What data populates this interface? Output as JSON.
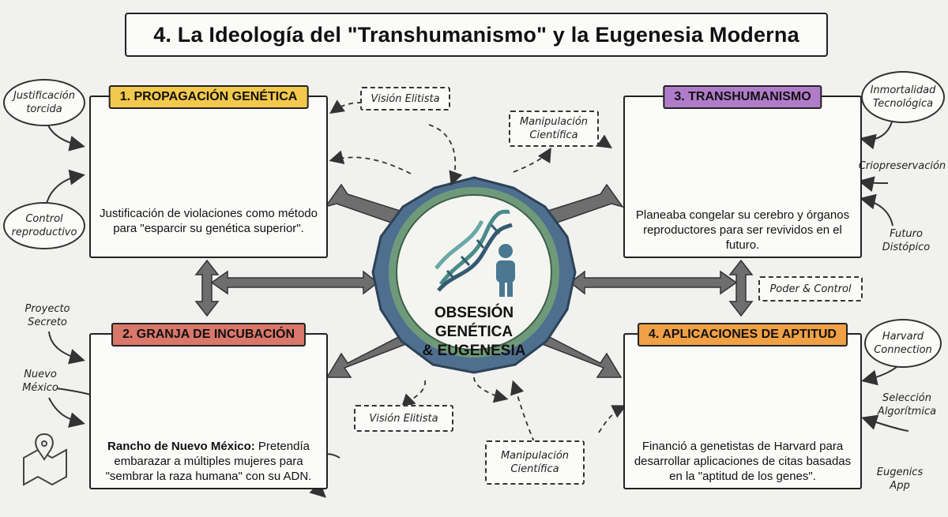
{
  "title": "4. La Ideología del \"Transhumanismo\" y la Eugenesia Moderna",
  "center": {
    "line1": "OBSESIÓN GENÉTICA",
    "line2": "& EUGENESIA"
  },
  "cards": {
    "propagation": {
      "heading": "1. PROPAGACIÓN GENÉTICA",
      "color": "#f2c94c",
      "text": "Justificación de violaciones como método para \"esparcir su genética superior\"."
    },
    "incubation": {
      "heading": "2. GRANJA DE INCUBACIÓN",
      "color": "#d9776a",
      "text_bold": "Rancho de Nuevo México:",
      "text": " Pretendía embarazar a múltiples mujeres para \"sembrar la raza humana\" con su ADN."
    },
    "transhumanism": {
      "heading": "3. TRANSHUMANISMO",
      "color": "#b07cc9",
      "text": "Planeaba congelar su cerebro y órganos reproductores para ser revividos en el futuro."
    },
    "apps": {
      "heading": "4. APLICACIONES DE APTITUD",
      "color": "#f0a045",
      "text": "Financió a genetistas de Harvard para desarrollar aplicaciones de citas basadas en la \"aptitud de los genes\"."
    }
  },
  "dashed_labels": {
    "vision_top": "Visión Elitista",
    "manip_top": "Manipulación Científica",
    "poder": "Poder & Control",
    "vision_bottom": "Visión Elitista",
    "manip_bottom": "Manipulación Científica"
  },
  "side_notes": {
    "justificacion": "Justificación torcida",
    "control": "Control reproductivo",
    "proyecto": "Proyecto Secreto",
    "nuevo_mexico": "Nuevo México",
    "inmortalidad": "Inmortalidad Tecnológica",
    "crio": "Criopreservación",
    "futuro": "Futuro Distópico",
    "harvard": "Harvard Connection",
    "seleccion": "Selección Algorítmica",
    "eugenics": "Eugenics App"
  },
  "colors": {
    "hex_fill": "#4f6f8f",
    "hex_ring": "#6f9a7a",
    "arrow": "#666666"
  }
}
